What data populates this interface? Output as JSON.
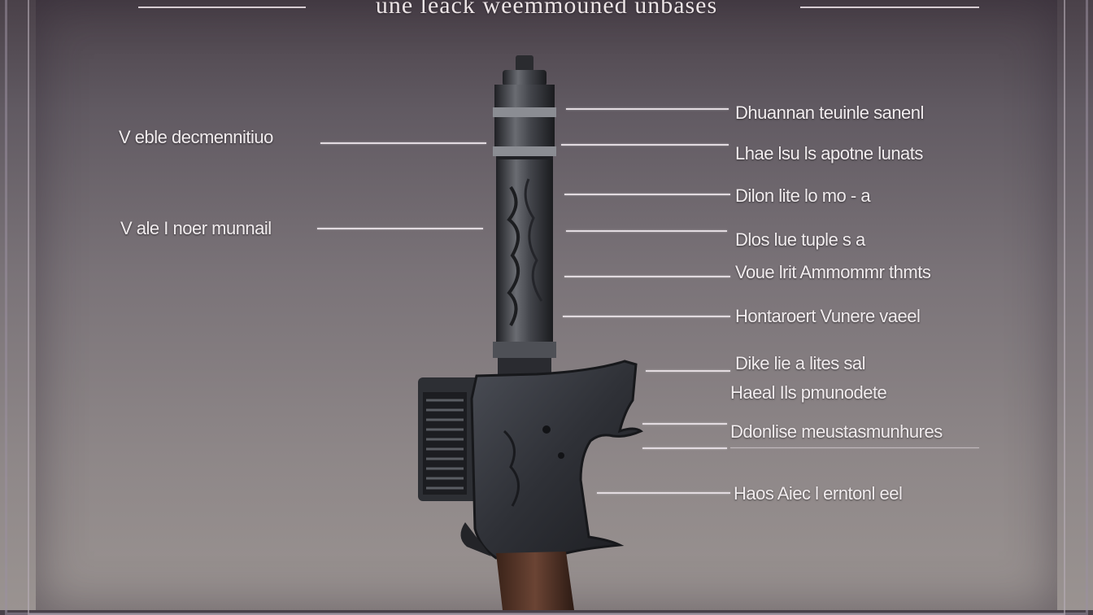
{
  "title": "une leack weemmouned unbases",
  "left_labels": [
    "V eble decmennitiuo",
    "V ale I noer munnail"
  ],
  "right_labels": [
    "Dhuannan teuinle sanenl",
    "Lhae lsu ls apotne lunats",
    "Dilon lite lo mo - a",
    "Dlos lue tuple s a",
    "Voue lrit Ammommr thmts",
    "Hontaroert Vunere vaeel",
    "Dike lie a lites sal",
    "Haeal Ils pmunodete",
    "Ddonlise meustasmunhures",
    "Haos Aiec l erntonl eel"
  ],
  "colors": {
    "background_top": "#4a4149",
    "background_bottom": "#9a9391",
    "callout": "#e2dbe0",
    "label_text": "#f1ecee",
    "metal": "#3b3d42",
    "grip_wood": "#5a3a2e"
  },
  "icons": {
    "illustration": "weapon-illustration"
  }
}
